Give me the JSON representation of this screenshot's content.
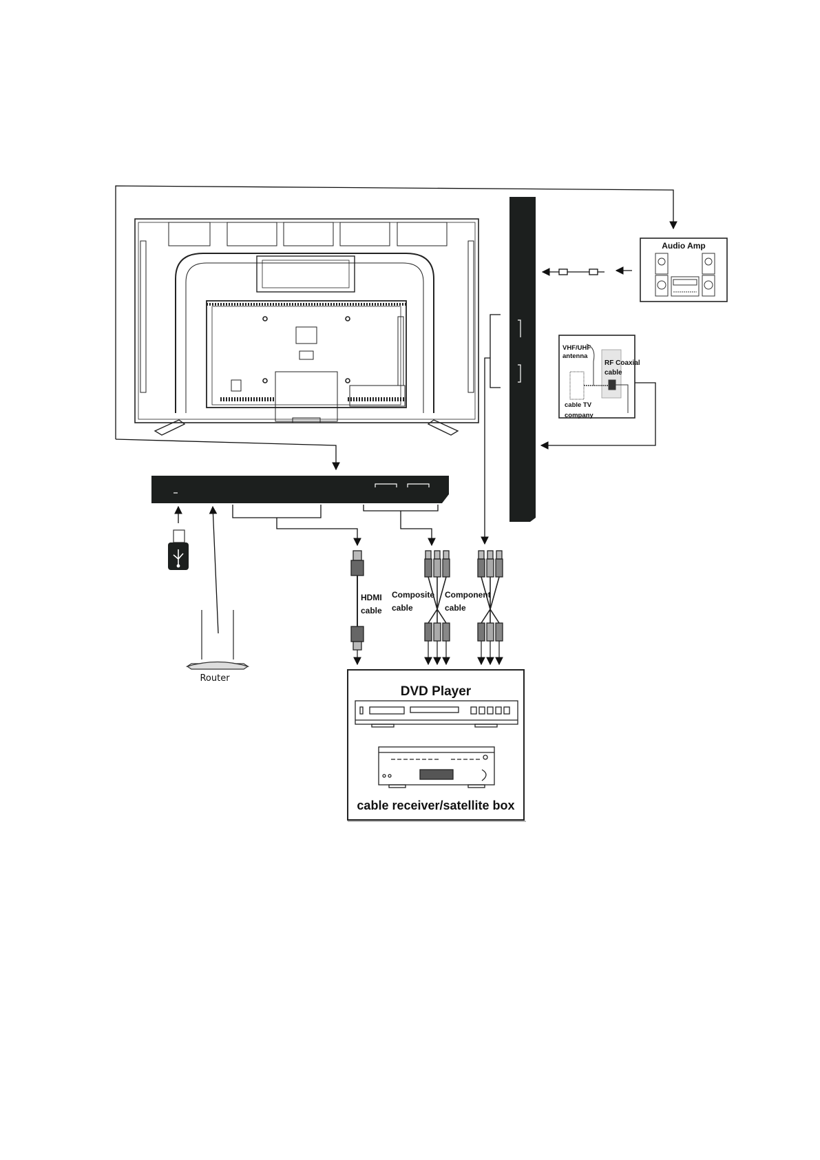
{
  "diagram": {
    "devices": {
      "audio_amp": "Audio Amp",
      "antenna": "VHF/UHF antenna",
      "rf_cable": "RF Coaxial cable",
      "cable_company": "cable TV company",
      "router": "Router",
      "dvd_player": "DVD Player",
      "receiver": "cable receiver/satellite box"
    },
    "cables": {
      "hdmi": "HDMI cable",
      "composite": "Composite cable",
      "component": "Component cable"
    },
    "icons": [
      "tv-back-icon",
      "usb-drive-icon",
      "router-icon",
      "hdmi-plug-icon",
      "rca-plug-icon",
      "dvd-player-icon",
      "set-top-box-icon",
      "speaker-icon",
      "antenna-icon",
      "optical-cable-icon"
    ],
    "colors": {
      "panel": "#1c1f1e",
      "line": "#111111",
      "background": "#ffffff"
    }
  }
}
